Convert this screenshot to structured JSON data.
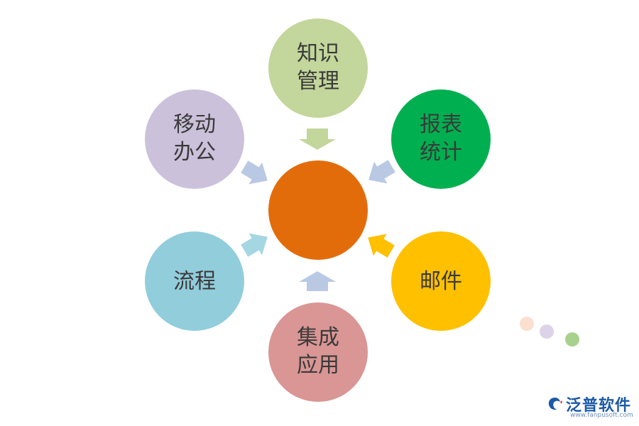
{
  "diagram": {
    "center": {
      "color": "#e36c0a"
    },
    "nodes": [
      {
        "id": "knowledge",
        "lines": [
          "知识",
          "管理"
        ],
        "color": "#c3d69b"
      },
      {
        "id": "report",
        "lines": [
          "报表",
          "统计"
        ],
        "color": "#00b050"
      },
      {
        "id": "mail",
        "lines": [
          "邮件"
        ],
        "color": "#ffc000"
      },
      {
        "id": "integrate",
        "lines": [
          "集成",
          "应用"
        ],
        "color": "#d99694"
      },
      {
        "id": "flow",
        "lines": [
          "流程"
        ],
        "color": "#92cddc"
      },
      {
        "id": "mobile",
        "lines": [
          "移动",
          "办公"
        ],
        "color": "#ccc1da"
      }
    ]
  },
  "decor_dots": [
    "#fbe0d0",
    "#ddd3e8",
    "#a9d18e"
  ],
  "logo": {
    "text": "泛普软件",
    "url": "www.fanpusoft.com",
    "icon": "fanpu-logo-icon"
  }
}
